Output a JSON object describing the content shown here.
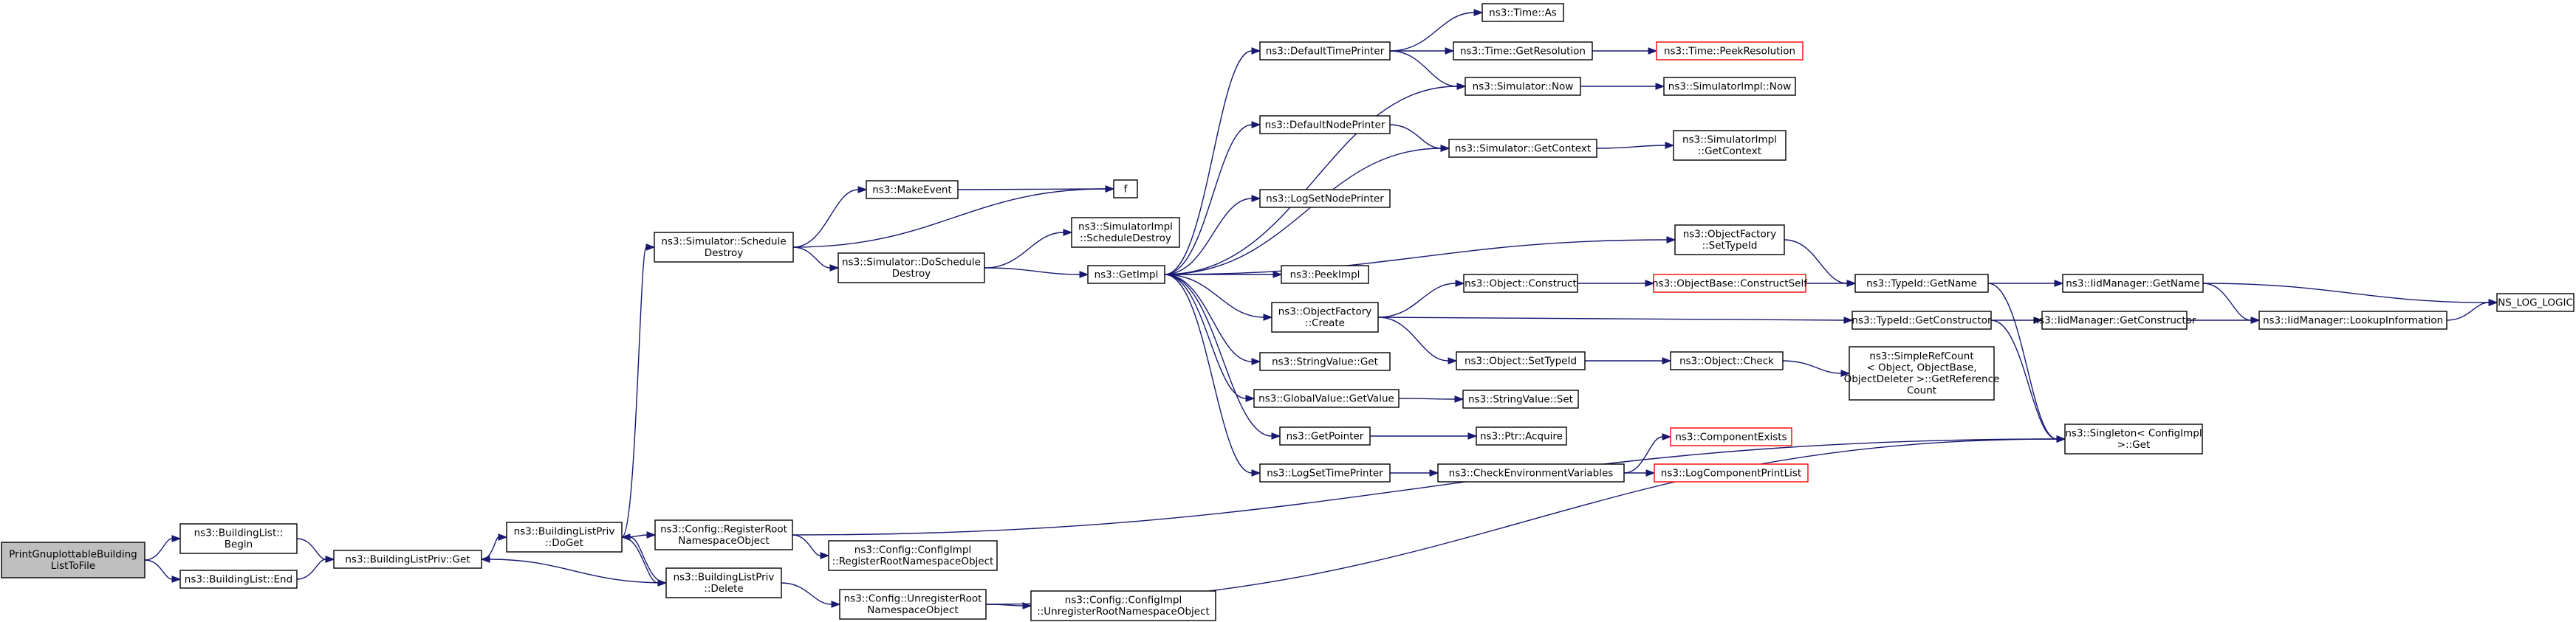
{
  "diagram": {
    "type": "call-graph",
    "colors": {
      "edge": "#191970",
      "root_fill": "#bfbfbf",
      "node_border": "#000000",
      "undocumented_border": "#ff0000"
    },
    "nodes": [
      {
        "id": "root",
        "lines": [
          "PrintGnuplottableBuilding",
          "ListToFile"
        ],
        "style": "root"
      },
      {
        "id": "bl_begin",
        "lines": [
          "ns3::BuildingList::",
          "Begin"
        ]
      },
      {
        "id": "bl_end",
        "lines": [
          "ns3::BuildingList::End"
        ]
      },
      {
        "id": "blp_get",
        "lines": [
          "ns3::BuildingListPriv::Get"
        ]
      },
      {
        "id": "blp_doget",
        "lines": [
          "ns3::BuildingListPriv",
          "::DoGet"
        ]
      },
      {
        "id": "blp_delete",
        "lines": [
          "ns3::BuildingListPriv",
          "::Delete"
        ]
      },
      {
        "id": "cfg_reg",
        "lines": [
          "ns3::Config::RegisterRoot",
          "NamespaceObject"
        ]
      },
      {
        "id": "cfgimpl_reg",
        "lines": [
          "ns3::Config::ConfigImpl",
          "::RegisterRootNamespaceObject"
        ]
      },
      {
        "id": "cfg_unreg",
        "lines": [
          "ns3::Config::UnregisterRoot",
          "NamespaceObject"
        ]
      },
      {
        "id": "cfgimpl_unreg",
        "lines": [
          "ns3::Config::ConfigImpl",
          "::UnregisterRootNamespaceObject"
        ]
      },
      {
        "id": "sim_sched",
        "lines": [
          "ns3::Simulator::Schedule",
          "Destroy"
        ]
      },
      {
        "id": "makeevent",
        "lines": [
          "ns3::MakeEvent"
        ]
      },
      {
        "id": "f",
        "lines": [
          "f"
        ]
      },
      {
        "id": "sim_dosched",
        "lines": [
          "ns3::Simulator::DoSchedule",
          "Destroy"
        ]
      },
      {
        "id": "simimpl_sched",
        "lines": [
          "ns3::SimulatorImpl",
          "::ScheduleDestroy"
        ]
      },
      {
        "id": "getimpl",
        "lines": [
          "ns3::GetImpl"
        ]
      },
      {
        "id": "deftimeprinter",
        "lines": [
          "ns3::DefaultTimePrinter"
        ]
      },
      {
        "id": "time_as",
        "lines": [
          "ns3::Time::As"
        ]
      },
      {
        "id": "time_getres",
        "lines": [
          "ns3::Time::GetResolution"
        ]
      },
      {
        "id": "time_peekres",
        "lines": [
          "ns3::Time::PeekResolution"
        ],
        "style": "red"
      },
      {
        "id": "sim_now",
        "lines": [
          "ns3::Simulator::Now"
        ]
      },
      {
        "id": "simimpl_now",
        "lines": [
          "ns3::SimulatorImpl::Now"
        ]
      },
      {
        "id": "defnodeprinter",
        "lines": [
          "ns3::DefaultNodePrinter"
        ]
      },
      {
        "id": "sim_getctx",
        "lines": [
          "ns3::Simulator::GetContext"
        ]
      },
      {
        "id": "simimpl_getctx",
        "lines": [
          "ns3::SimulatorImpl",
          "::GetContext"
        ]
      },
      {
        "id": "logsetnodeprinter",
        "lines": [
          "ns3::LogSetNodePrinter"
        ]
      },
      {
        "id": "objfac_settypeid",
        "lines": [
          "ns3::ObjectFactory",
          "::SetTypeId"
        ]
      },
      {
        "id": "peekimpl",
        "lines": [
          "ns3::PeekImpl"
        ]
      },
      {
        "id": "objfac_create",
        "lines": [
          "ns3::ObjectFactory",
          "::Create"
        ]
      },
      {
        "id": "obj_construct",
        "lines": [
          "ns3::Object::Construct"
        ]
      },
      {
        "id": "objbase_constructself",
        "lines": [
          "ns3::ObjectBase::ConstructSelf"
        ],
        "style": "red"
      },
      {
        "id": "typeid_getname",
        "lines": [
          "ns3::TypeId::GetName"
        ]
      },
      {
        "id": "iidmgr_getname",
        "lines": [
          "ns3::IidManager::GetName"
        ]
      },
      {
        "id": "ns_log_logic",
        "lines": [
          "NS_LOG_LOGIC"
        ]
      },
      {
        "id": "typeid_getctor",
        "lines": [
          "ns3::TypeId::GetConstructor"
        ]
      },
      {
        "id": "iidmgr_getctor",
        "lines": [
          "ns3::IidManager::GetConstructor"
        ]
      },
      {
        "id": "iidmgr_lookup",
        "lines": [
          "ns3::IidManager::LookupInformation"
        ]
      },
      {
        "id": "stringvalue_get",
        "lines": [
          "ns3::StringValue::Get"
        ]
      },
      {
        "id": "obj_settypeid",
        "lines": [
          "ns3::Object::SetTypeId"
        ]
      },
      {
        "id": "obj_check",
        "lines": [
          "ns3::Object::Check"
        ]
      },
      {
        "id": "simplerefcount",
        "lines": [
          "ns3::SimpleRefCount",
          "< Object, ObjectBase,",
          "ObjectDeleter >::GetReference",
          "Count"
        ]
      },
      {
        "id": "globalvalue_getvalue",
        "lines": [
          "ns3::GlobalValue::GetValue"
        ]
      },
      {
        "id": "stringvalue_set",
        "lines": [
          "ns3::StringValue::Set"
        ]
      },
      {
        "id": "getpointer",
        "lines": [
          "ns3::GetPointer"
        ]
      },
      {
        "id": "ptr_acquire",
        "lines": [
          "ns3::Ptr::Acquire"
        ]
      },
      {
        "id": "singleton_get",
        "lines": [
          "ns3::Singleton< ConfigImpl",
          " >::Get"
        ]
      },
      {
        "id": "logsettimeprinter",
        "lines": [
          "ns3::LogSetTimePrinter"
        ]
      },
      {
        "id": "checkenv",
        "lines": [
          "ns3::CheckEnvironmentVariables"
        ]
      },
      {
        "id": "componentexists",
        "lines": [
          "ns3::ComponentExists"
        ],
        "style": "red"
      },
      {
        "id": "logcomponentprintlist",
        "lines": [
          "ns3::LogComponentPrintList"
        ],
        "style": "red"
      }
    ],
    "edges": [
      [
        "root",
        "bl_begin"
      ],
      [
        "root",
        "bl_end"
      ],
      [
        "bl_begin",
        "blp_get"
      ],
      [
        "bl_end",
        "blp_get"
      ],
      [
        "blp_get",
        "blp_doget"
      ],
      [
        "blp_doget",
        "cfg_reg"
      ],
      [
        "blp_doget",
        "blp_delete"
      ],
      [
        "blp_doget",
        "sim_sched"
      ],
      [
        "blp_delete",
        "blp_get"
      ],
      [
        "blp_delete",
        "blp_doget"
      ],
      [
        "blp_delete",
        "cfg_unreg"
      ],
      [
        "cfg_reg",
        "cfgimpl_reg"
      ],
      [
        "cfg_reg",
        "singleton_get"
      ],
      [
        "cfg_unreg",
        "cfgimpl_unreg"
      ],
      [
        "cfg_unreg",
        "singleton_get"
      ],
      [
        "sim_sched",
        "makeevent"
      ],
      [
        "sim_sched",
        "f"
      ],
      [
        "sim_sched",
        "sim_dosched"
      ],
      [
        "makeevent",
        "f"
      ],
      [
        "sim_dosched",
        "simimpl_sched"
      ],
      [
        "sim_dosched",
        "getimpl"
      ],
      [
        "getimpl",
        "deftimeprinter"
      ],
      [
        "getimpl",
        "sim_now"
      ],
      [
        "getimpl",
        "defnodeprinter"
      ],
      [
        "getimpl",
        "sim_getctx"
      ],
      [
        "getimpl",
        "logsetnodeprinter"
      ],
      [
        "getimpl",
        "objfac_settypeid"
      ],
      [
        "getimpl",
        "peekimpl"
      ],
      [
        "getimpl",
        "objfac_create"
      ],
      [
        "getimpl",
        "stringvalue_get"
      ],
      [
        "getimpl",
        "globalvalue_getvalue"
      ],
      [
        "getimpl",
        "getpointer"
      ],
      [
        "getimpl",
        "logsettimeprinter"
      ],
      [
        "deftimeprinter",
        "time_as"
      ],
      [
        "deftimeprinter",
        "time_getres"
      ],
      [
        "deftimeprinter",
        "sim_now"
      ],
      [
        "time_getres",
        "time_peekres"
      ],
      [
        "sim_now",
        "simimpl_now"
      ],
      [
        "defnodeprinter",
        "sim_getctx"
      ],
      [
        "sim_getctx",
        "simimpl_getctx"
      ],
      [
        "objfac_settypeid",
        "typeid_getname"
      ],
      [
        "objfac_create",
        "obj_construct"
      ],
      [
        "objfac_create",
        "typeid_getctor"
      ],
      [
        "objfac_create",
        "obj_settypeid"
      ],
      [
        "obj_construct",
        "objbase_constructself"
      ],
      [
        "objbase_constructself",
        "typeid_getname"
      ],
      [
        "typeid_getname",
        "iidmgr_getname"
      ],
      [
        "typeid_getname",
        "singleton_get"
      ],
      [
        "iidmgr_getname",
        "ns_log_logic"
      ],
      [
        "iidmgr_getname",
        "iidmgr_lookup"
      ],
      [
        "typeid_getctor",
        "iidmgr_getctor"
      ],
      [
        "typeid_getctor",
        "singleton_get"
      ],
      [
        "iidmgr_getctor",
        "iidmgr_lookup"
      ],
      [
        "iidmgr_lookup",
        "ns_log_logic"
      ],
      [
        "obj_settypeid",
        "obj_check"
      ],
      [
        "obj_check",
        "simplerefcount"
      ],
      [
        "globalvalue_getvalue",
        "stringvalue_set"
      ],
      [
        "getpointer",
        "ptr_acquire"
      ],
      [
        "logsettimeprinter",
        "checkenv"
      ],
      [
        "checkenv",
        "componentexists"
      ],
      [
        "checkenv",
        "logcomponentprintlist"
      ]
    ]
  }
}
